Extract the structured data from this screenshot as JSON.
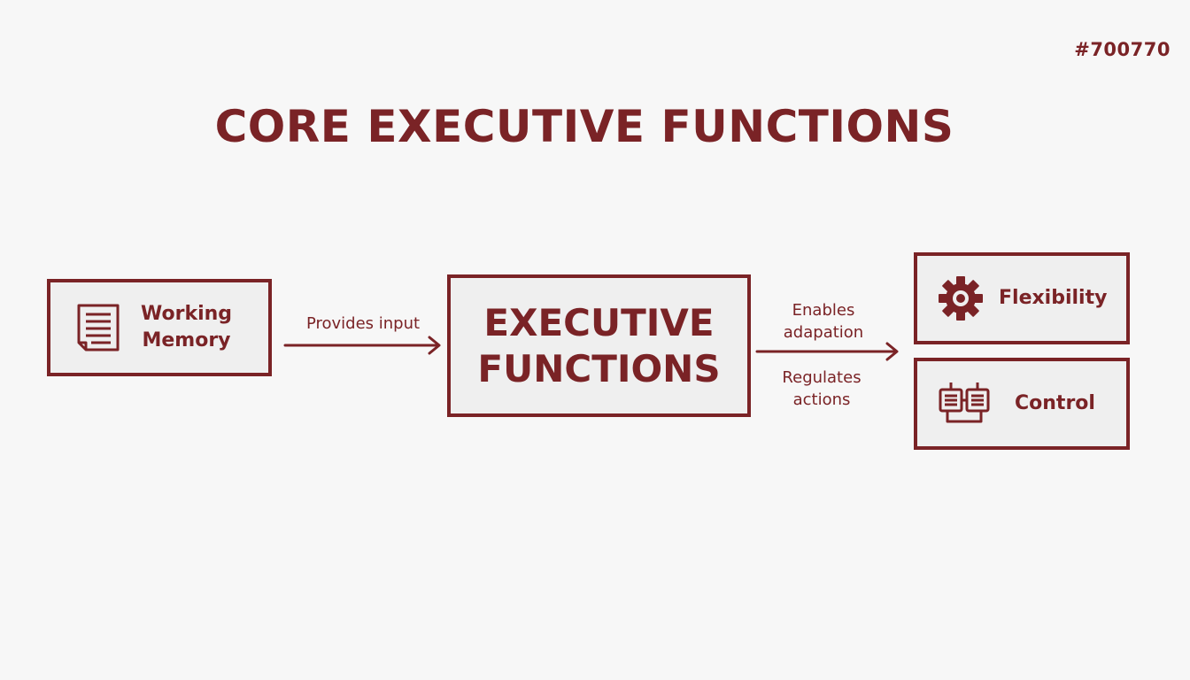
{
  "hex_code": "#700770",
  "title": "CORE EXECUTIVE FUNCTIONS",
  "nodes": {
    "working_memory": {
      "label_line1": "Working",
      "label_line2": "Memory",
      "icon": "document-list-icon"
    },
    "executive_functions": {
      "label_line1": "EXECUTIVE",
      "label_line2": "FUNCTIONS"
    },
    "flexibility": {
      "label": "Flexibility",
      "icon": "gear-icon"
    },
    "control": {
      "label": "Control",
      "icon": "control-panels-icon"
    }
  },
  "edges": {
    "provides_input": "Provides input",
    "enables_line1": "Enables",
    "enables_line2": "adapation",
    "regulates_line1": "Regulates",
    "regulates_line2": "actions"
  },
  "colors": {
    "accent": "#7a2326",
    "background": "#f7f7f7",
    "box_fill": "#efefef"
  }
}
